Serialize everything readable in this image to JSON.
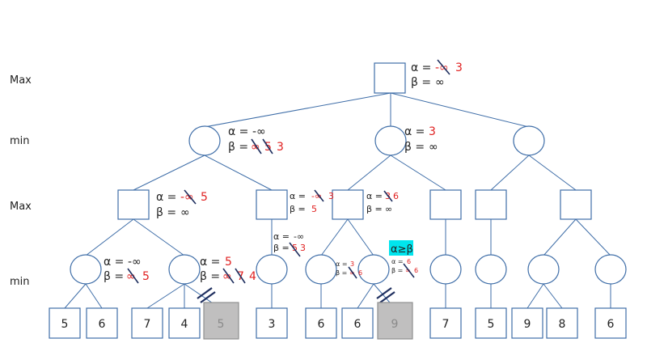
{
  "row_labels": {
    "max1": "Max",
    "min1": "min",
    "max2": "Max",
    "min2": "min"
  },
  "symbols": {
    "alpha_eq": "α =",
    "beta_eq": "β =",
    "neg_inf": "-∞",
    "inf": "∞",
    "cut_condition": "α≥β"
  },
  "annotations": {
    "root": {
      "alpha_old": "-∞",
      "alpha_new": "3",
      "beta": "∞"
    },
    "min_a": {
      "alpha": "-∞",
      "beta_old1": "∞",
      "beta_old2": "5",
      "beta_new": "3"
    },
    "min_b": {
      "alpha": "3",
      "beta": "∞"
    },
    "max_a": {
      "alpha_old": "-∞",
      "alpha_new": "5",
      "beta": "∞"
    },
    "max_b": {
      "alpha_old": "-∞",
      "alpha_new": "3",
      "beta": "5"
    },
    "max_c": {
      "alpha_old": "3",
      "alpha_new": "6",
      "beta": "∞"
    },
    "min_aa": {
      "alpha": "-∞",
      "beta_old": "∞",
      "beta_new": "5"
    },
    "min_ab": {
      "alpha": "5",
      "beta_old1": "∞",
      "beta_old2": "7",
      "beta_new": "4"
    },
    "min_ba": {
      "alpha": "-∞",
      "beta_old": "5",
      "beta_new": "3"
    },
    "min_ca": {
      "alpha": "3",
      "beta_old": "∞",
      "beta_new": "6"
    },
    "min_cb": {
      "alpha": "6",
      "beta_old": "∞",
      "beta_new": "6"
    }
  },
  "leaves": [
    "5",
    "6",
    "7",
    "4",
    "5",
    "3",
    "6",
    "6",
    "9",
    "7",
    "5",
    "9",
    "8",
    "6"
  ],
  "colors": {
    "node_stroke": "#3f6ea8",
    "update": "#e02020",
    "pruned_fill": "#c0bfbf",
    "highlight": "#00e5ee"
  }
}
